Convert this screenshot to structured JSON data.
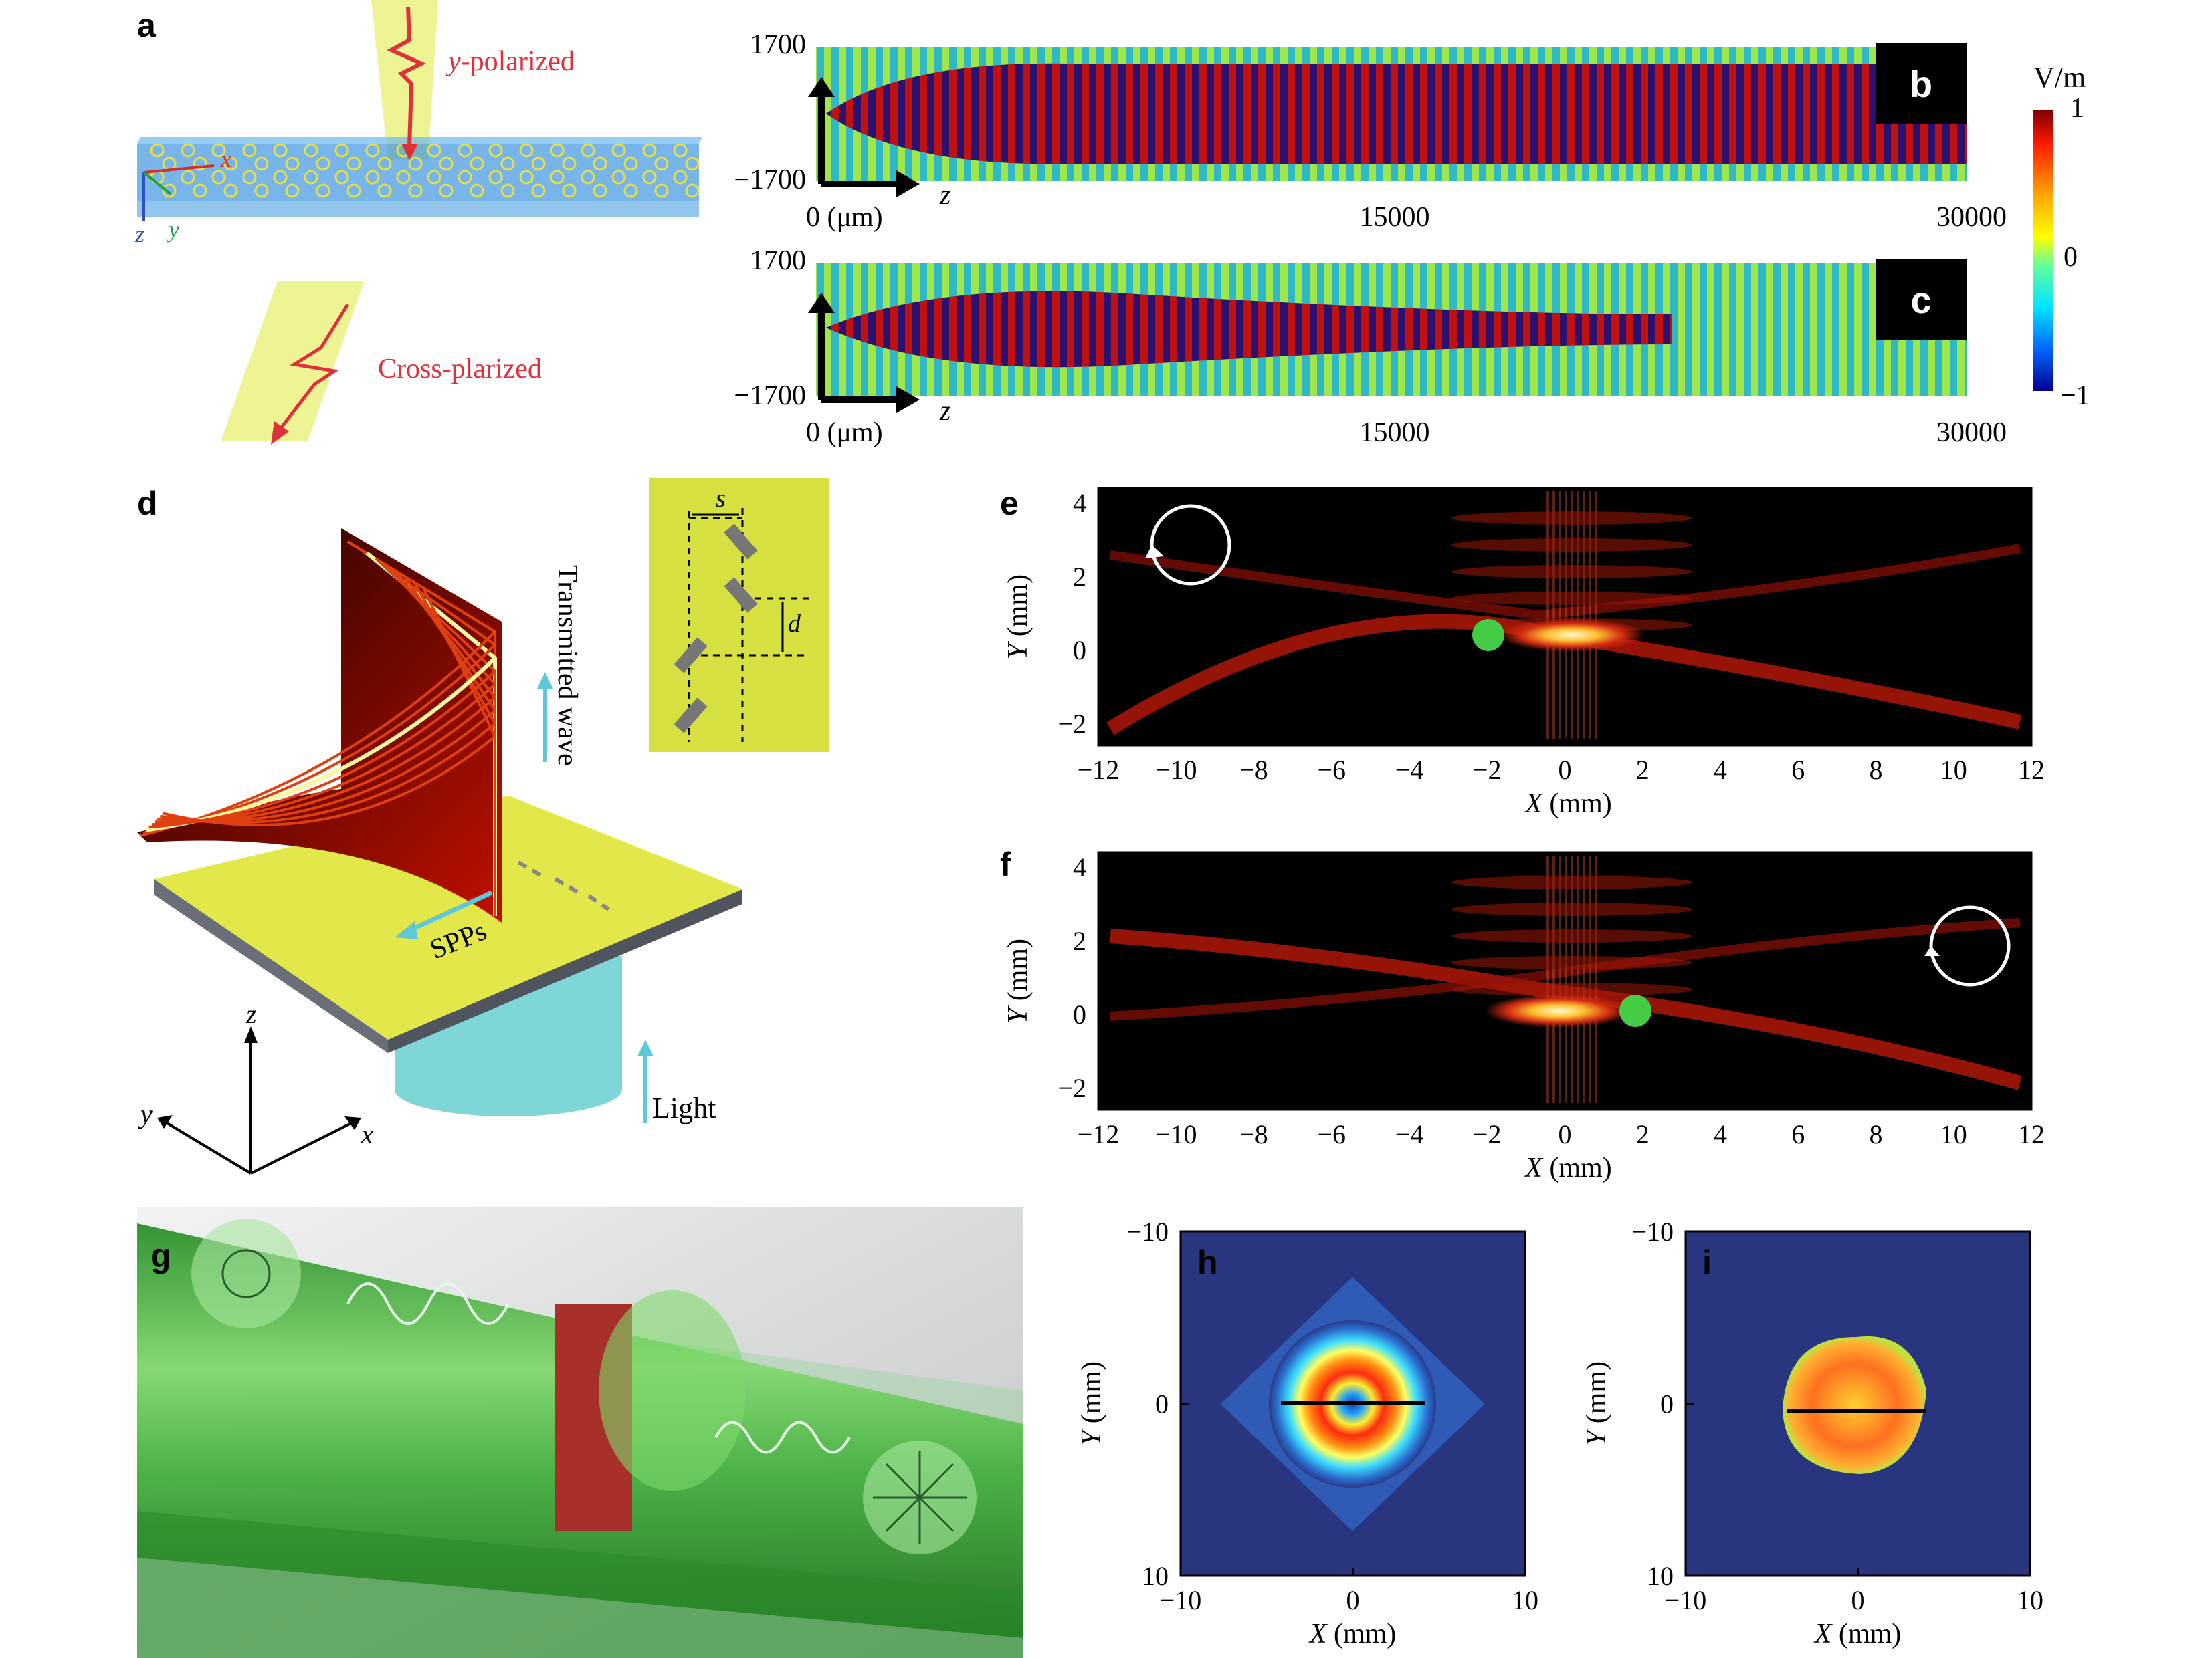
{
  "panels": {
    "a": {
      "label": "a",
      "pol_in_italic": "y",
      "pol_in_rest": "-polarized",
      "pol_out": "Cross-plarized",
      "axis_x": "x",
      "axis_y": "y",
      "axis_z": "z"
    },
    "b": {
      "label": "b",
      "y_top": "1700",
      "y_bottom": "−1700",
      "x_start": "0 (μm)",
      "x_axis": "z",
      "x_mid": "15000",
      "x_end": "30000"
    },
    "c": {
      "label": "c",
      "y_top": "1700",
      "y_bottom": "−1700",
      "x_start": "0 (μm)",
      "x_axis": "z",
      "x_mid": "15000",
      "x_end": "30000"
    },
    "colorbar": {
      "unit": "V/m",
      "max": "1",
      "mid": "0",
      "min": "−1",
      "colors": [
        "#7f0000",
        "#ff0000",
        "#ffa500",
        "#ffff00",
        "#7fff7f",
        "#00ffff",
        "#0080ff",
        "#00008f"
      ]
    },
    "d": {
      "label": "d",
      "transmitted": "Transmitted wave",
      "spps": "SPPs",
      "light": "Light",
      "inset_s": "s",
      "inset_d": "d",
      "axis_x": "x",
      "axis_y": "y",
      "axis_z": "z"
    },
    "e": {
      "label": "e"
    },
    "f": {
      "label": "f"
    },
    "g": {
      "label": "g"
    },
    "h": {
      "label": "h"
    },
    "i": {
      "label": "i"
    },
    "ef_axes": {
      "x_ticks": [
        "−12",
        "−10",
        "−8",
        "−6",
        "−4",
        "−2",
        "0",
        "2",
        "4",
        "6",
        "8",
        "10",
        "12"
      ],
      "y_ticks": [
        "4",
        "2",
        "0",
        "−2"
      ],
      "x_label_var": "X",
      "x_label_unit": " (mm)",
      "y_label_var": "Y",
      "y_label_unit": " (mm)"
    },
    "hi_axes": {
      "x_ticks": [
        "−10",
        "0",
        "10"
      ],
      "y_ticks": [
        "−10",
        "0",
        "10"
      ],
      "x_label_var": "X",
      "x_label_unit": " (mm)",
      "y_label_var": "Y",
      "y_label_unit": " (mm)"
    }
  }
}
